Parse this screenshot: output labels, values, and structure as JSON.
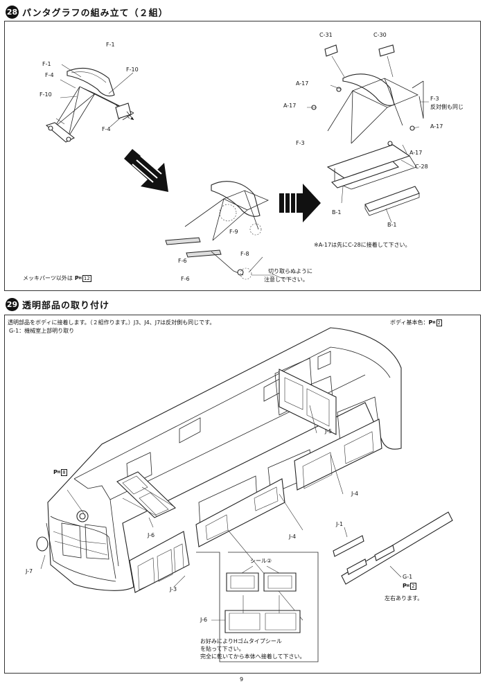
{
  "step28": {
    "number": "28",
    "title": "パンタグラフの組み立て（２組）",
    "labels": {
      "f1a": "F-1",
      "f1b": "F-1",
      "f4a": "F-4",
      "f10a": "F-10",
      "f10b": "F-10",
      "f4b": "F-4",
      "c31": "C-31",
      "c30": "C-30",
      "a17a": "A-17",
      "a17b": "A-17",
      "a17c": "A-17",
      "a17d": "A-17",
      "f3a": "F-3",
      "f3b": "F-3",
      "f3note": "反対側も同じ",
      "c28": "C-28",
      "b1a": "B-1",
      "b1b": "B-1",
      "f9": "F-9",
      "f8": "F-8",
      "f6a": "F-6",
      "f6b": "F-6"
    },
    "note_a17": "※A-17は先にC-28に接着して下さい。",
    "note_cut_1": "切り取らぬように",
    "note_cut_2": "注意して下さい。",
    "paint_note": "メッキパーツ以外は",
    "paint_ref": "P",
    "paint_ref_sub": "H",
    "paint_ref_num": "12"
  },
  "step29": {
    "number": "29",
    "title": "透明部品の取り付け",
    "intro_1": "透明部品をボディに接着します。（２組作ります。）J3、J4、J7は反対側も同じです。",
    "intro_2": "G-1：機械室上部明り取り",
    "body_color_label": "ボディ基本色：",
    "body_color_ref": "P",
    "body_color_sub": "H",
    "body_color_num": "2",
    "labels": {
      "j3": "J-3",
      "j4a": "J-4",
      "j4b": "J-4",
      "j5": "J-5",
      "j6a": "J-6",
      "j6b": "J-6",
      "j7": "J-7",
      "j1": "J-1",
      "g1": "G-1",
      "p8": "P",
      "p8_sub": "H",
      "p8_num": "8",
      "g1_ref": "P",
      "g1_ref_sub": "H",
      "g1_ref_num": "2"
    },
    "left_right": "左右あります。",
    "seal_label": "シール",
    "seal_num": "②",
    "seal_note_1": "お好みによりHゴムタイプシール",
    "seal_note_2": "を貼って下さい。",
    "seal_note_3": "完全に乾いてから本体へ接着して下さい。"
  },
  "page_number": "9"
}
